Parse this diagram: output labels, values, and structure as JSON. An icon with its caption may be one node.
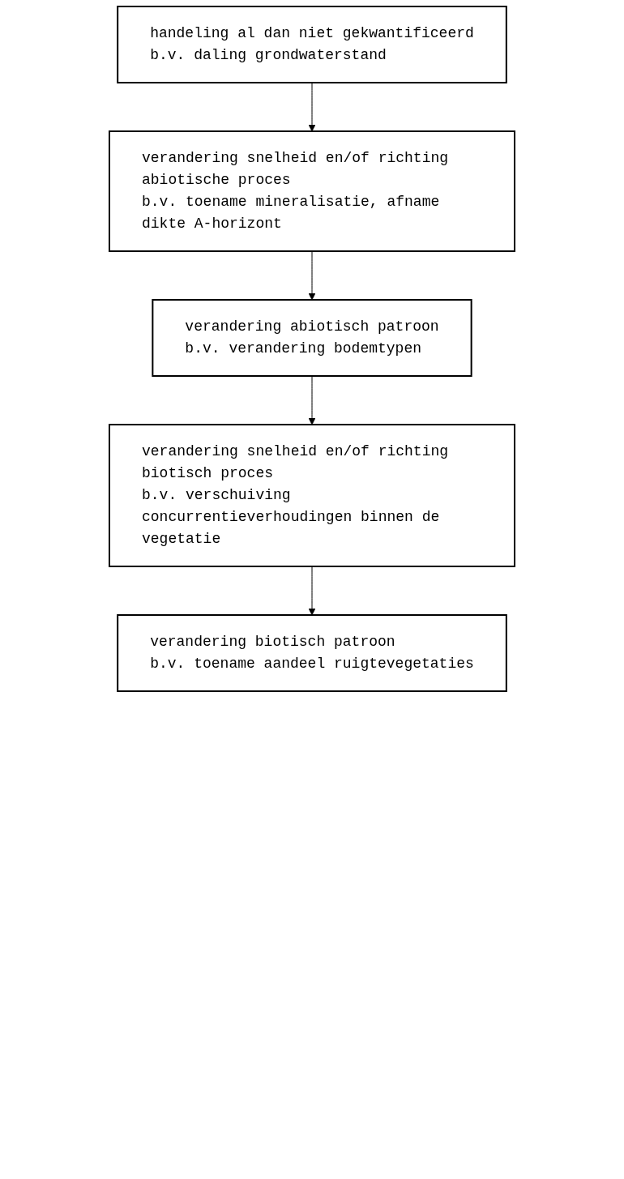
{
  "diagram": {
    "nodes": [
      {
        "text": [
          "handeling al dan niet gekwantificeerd",
          "b.v. daling grondwaterstand"
        ]
      },
      {
        "text": [
          "verandering snelheid en/of richting abiotische proces",
          "b.v. toename mineralisatie, afname dikte A-horizont"
        ]
      },
      {
        "text": [
          "verandering abiotisch patroon",
          "b.v. verandering bodemtypen"
        ]
      },
      {
        "text": [
          "verandering snelheid en/of richting biotisch proces",
          "b.v. verschuiving concurrentieverhoudingen binnen de vegetatie"
        ]
      },
      {
        "text": [
          "verandering biotisch patroon",
          "b.v. toename aandeel ruigtevegetaties"
        ]
      }
    ],
    "edges": [
      {
        "from": 0,
        "to": 1,
        "arrow": "to"
      },
      {
        "from": 1,
        "to": 2,
        "arrow": "to"
      },
      {
        "from": 2,
        "to": 3,
        "arrow": "to"
      },
      {
        "from": 3,
        "to": 4,
        "arrow": "to"
      }
    ]
  }
}
